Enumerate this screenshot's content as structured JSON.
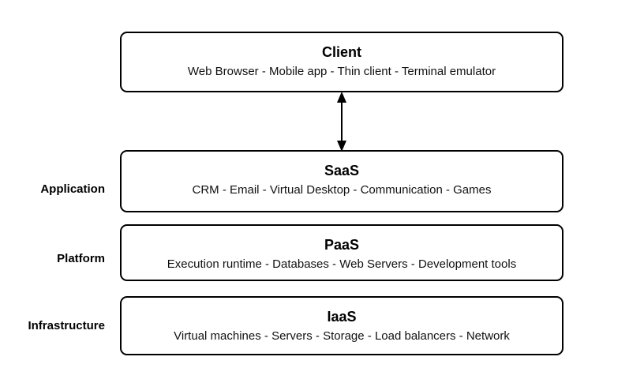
{
  "diagram": {
    "client": {
      "title": "Client",
      "subtitle": "Web Browser - Mobile app - Thin client - Terminal emulator"
    },
    "connector": {
      "type": "vertical-double-arrow",
      "connects": "Client ↔ SaaS"
    },
    "layers": [
      {
        "label": "Application",
        "title": "SaaS",
        "subtitle": "CRM - Email - Virtual Desktop - Communication - Games"
      },
      {
        "label": "Platform",
        "title": "PaaS",
        "subtitle": "Execution runtime - Databases - Web Servers - Development tools"
      },
      {
        "label": "Infrastructure",
        "title": "IaaS",
        "subtitle": "Virtual machines - Servers - Storage - Load balancers - Network"
      }
    ],
    "colors": {
      "background": "#ffffff",
      "box_fill": "#ffffff",
      "box_border": "#000000",
      "text": "#000000"
    }
  }
}
